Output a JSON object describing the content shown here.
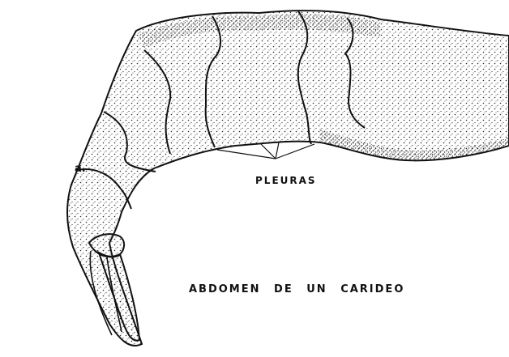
{
  "figure": {
    "letter": "a.",
    "pleuras_label": "PLEURAS",
    "caption": "ABDOMEN DE UN CARIDEO"
  },
  "colors": {
    "ink": "#111111",
    "stipple": "#2a2a2a",
    "background": "#ffffff"
  }
}
